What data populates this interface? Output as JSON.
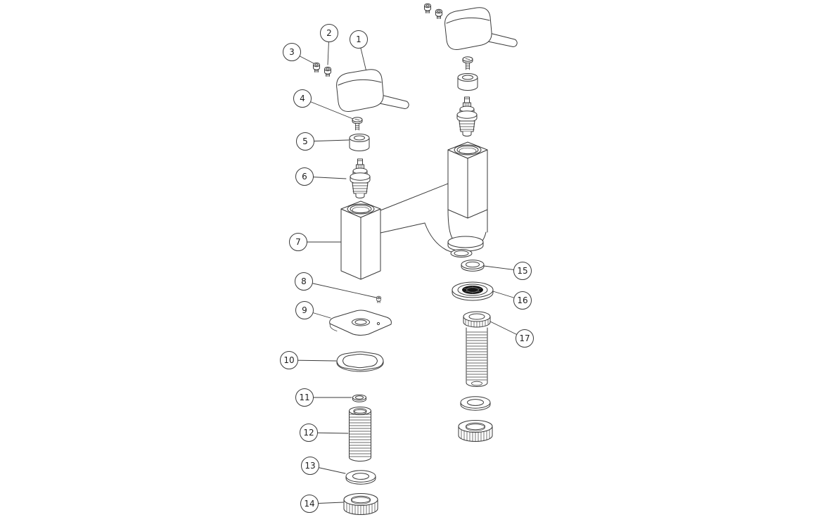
{
  "diagram": {
    "description": "Exploded parts diagram of a two-handle bath filler tap, line drawing with numbered balloon callouts",
    "background_color": "#ffffff",
    "line_color": "#3a3a3a",
    "accent_black": "#161616",
    "callouts": [
      {
        "number": "1"
      },
      {
        "number": "2"
      },
      {
        "number": "3"
      },
      {
        "number": "4"
      },
      {
        "number": "5"
      },
      {
        "number": "6"
      },
      {
        "number": "7"
      },
      {
        "number": "8"
      },
      {
        "number": "9"
      },
      {
        "number": "10"
      },
      {
        "number": "11"
      },
      {
        "number": "12"
      },
      {
        "number": "13"
      },
      {
        "number": "14"
      },
      {
        "number": "15"
      },
      {
        "number": "16"
      },
      {
        "number": "17"
      }
    ]
  }
}
